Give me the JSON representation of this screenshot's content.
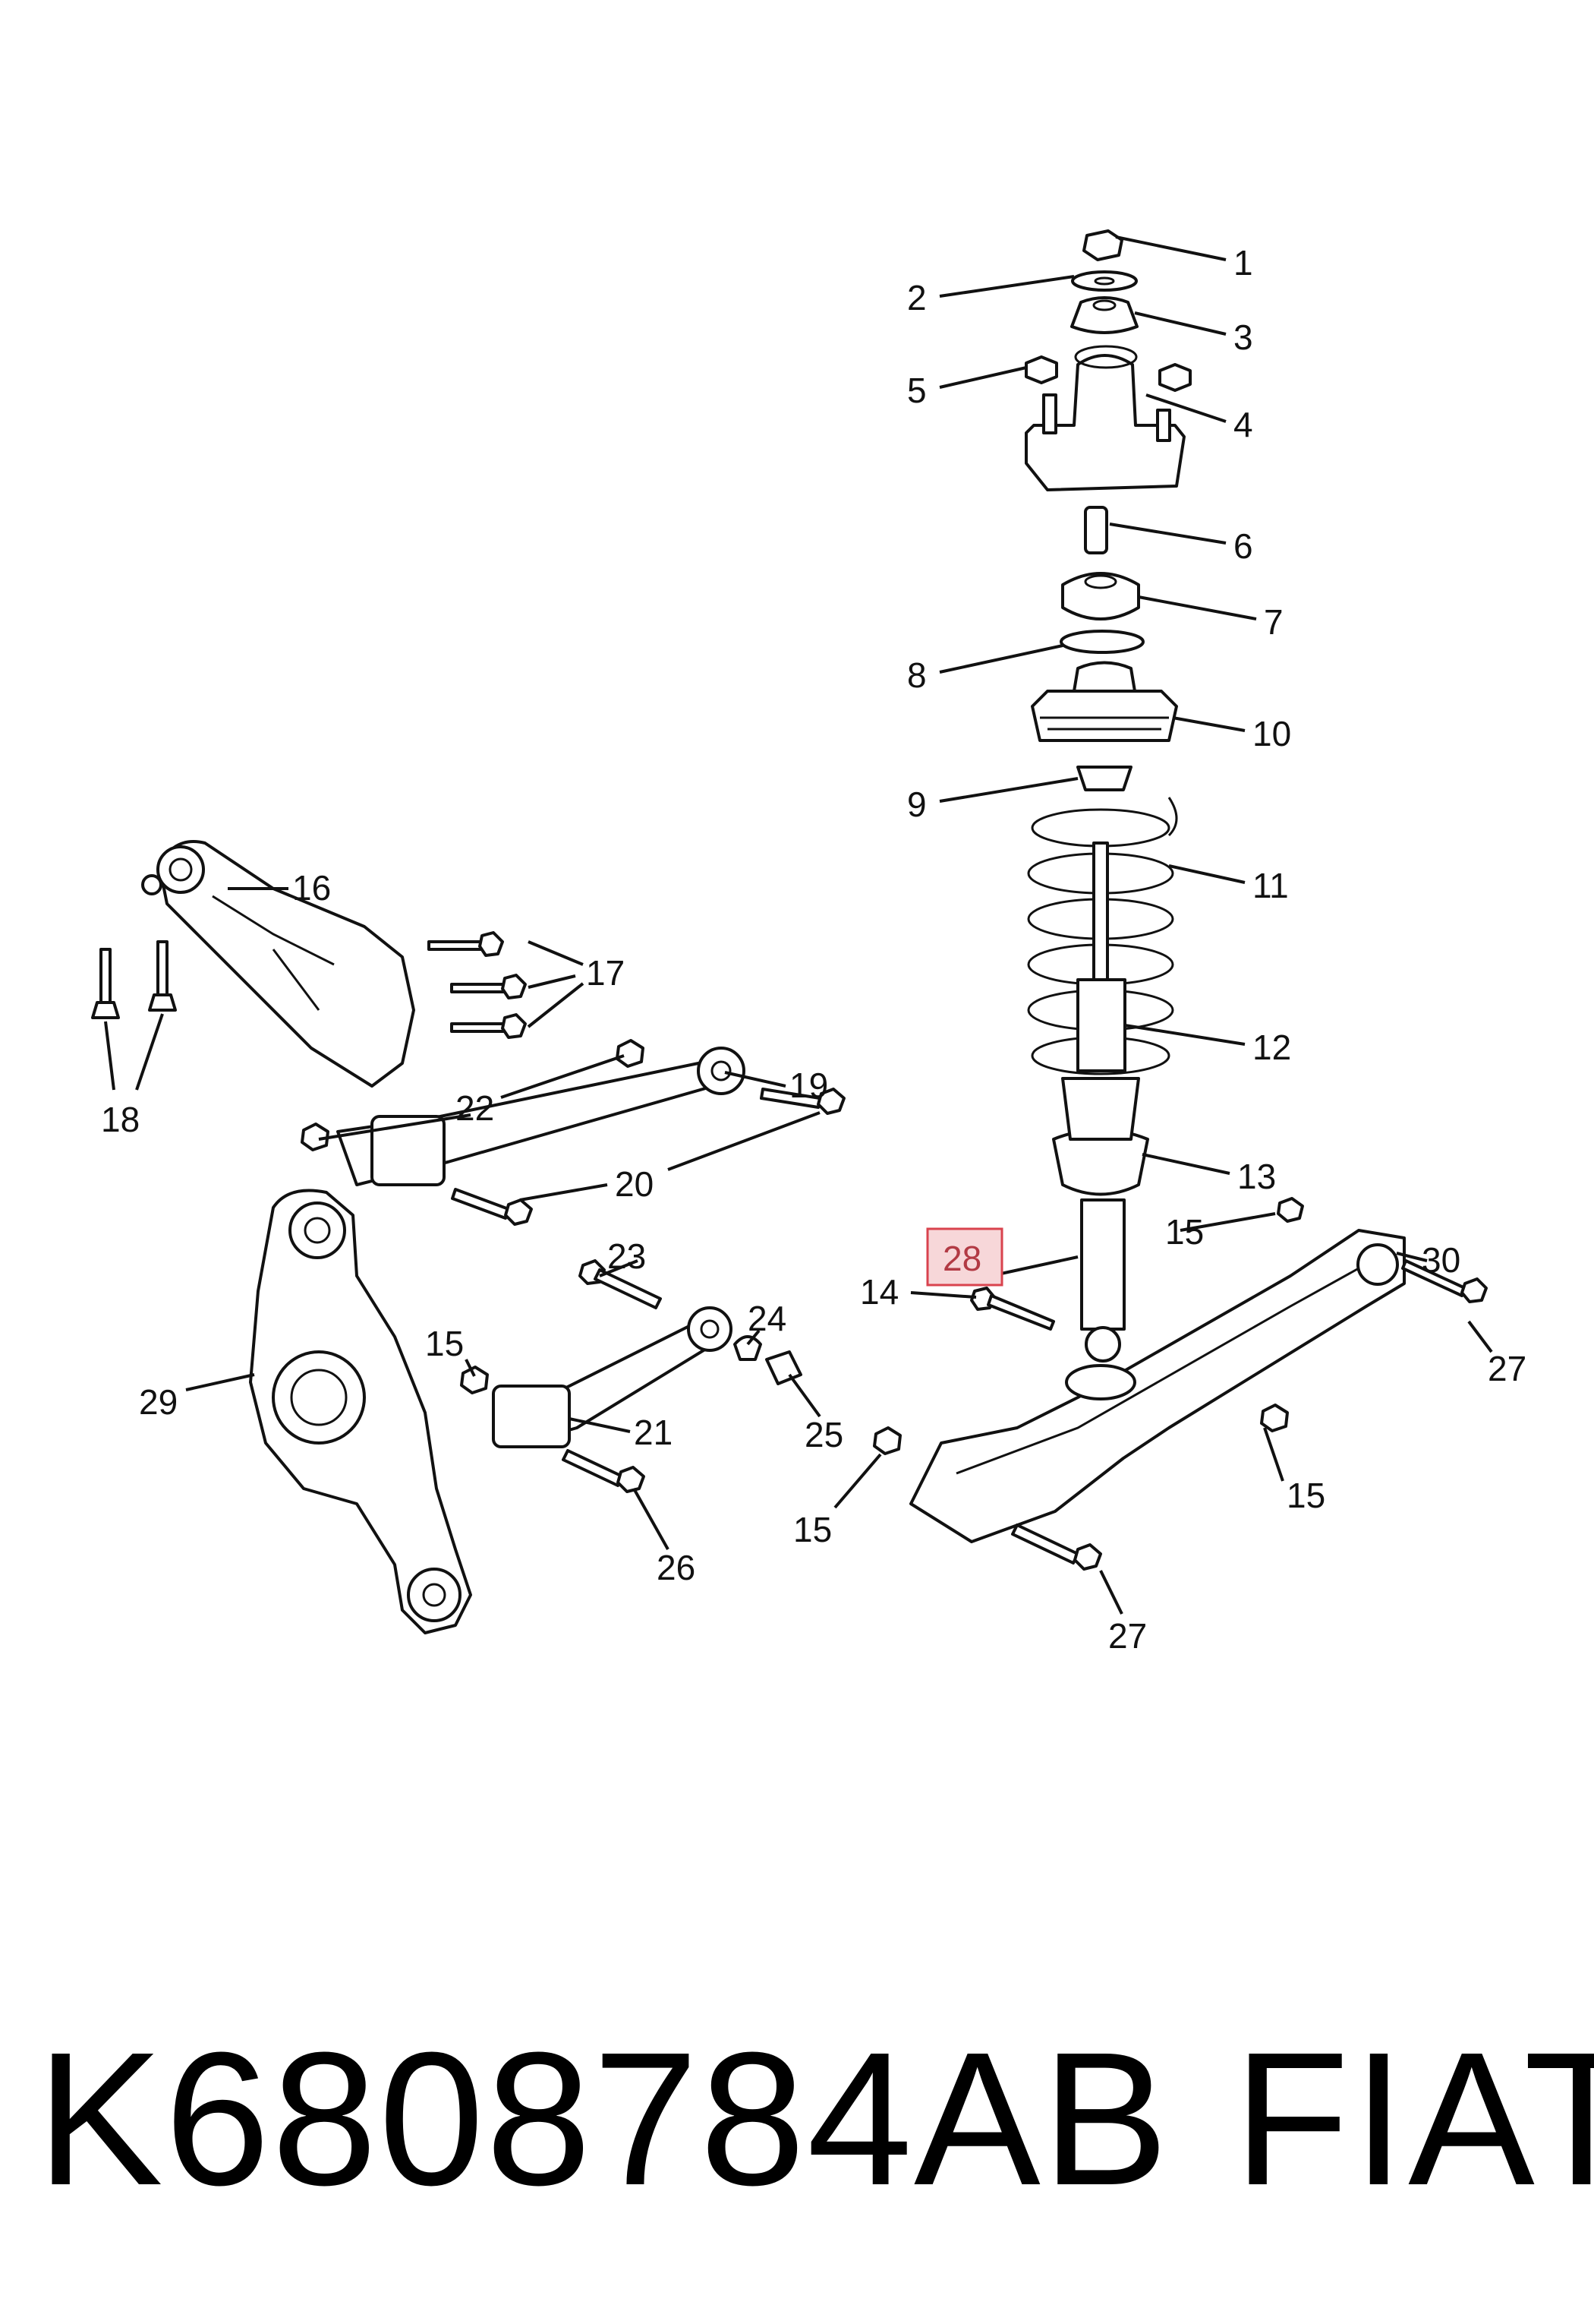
{
  "callouts": {
    "c1": "1",
    "c2": "2",
    "c3": "3",
    "c4": "4",
    "c5": "5",
    "c6": "6",
    "c7": "7",
    "c8": "8",
    "c9": "9",
    "c10": "10",
    "c11": "11",
    "c12": "12",
    "c13": "13",
    "c14": "14",
    "c15a": "15",
    "c15b": "15",
    "c15c": "15",
    "c15d": "15",
    "c16": "16",
    "c17": "17",
    "c18": "18",
    "c19": "19",
    "c20": "20",
    "c21": "21",
    "c22": "22",
    "c23": "23",
    "c24": "24",
    "c25": "25",
    "c26": "26",
    "c27a": "27",
    "c27b": "27",
    "c28": "28",
    "c29": "29",
    "c30": "30"
  },
  "highlighted_callout": "28",
  "highlight_color": "#d9434e",
  "footer": {
    "part_number": "K6808784AB",
    "brand": "FIAT"
  }
}
